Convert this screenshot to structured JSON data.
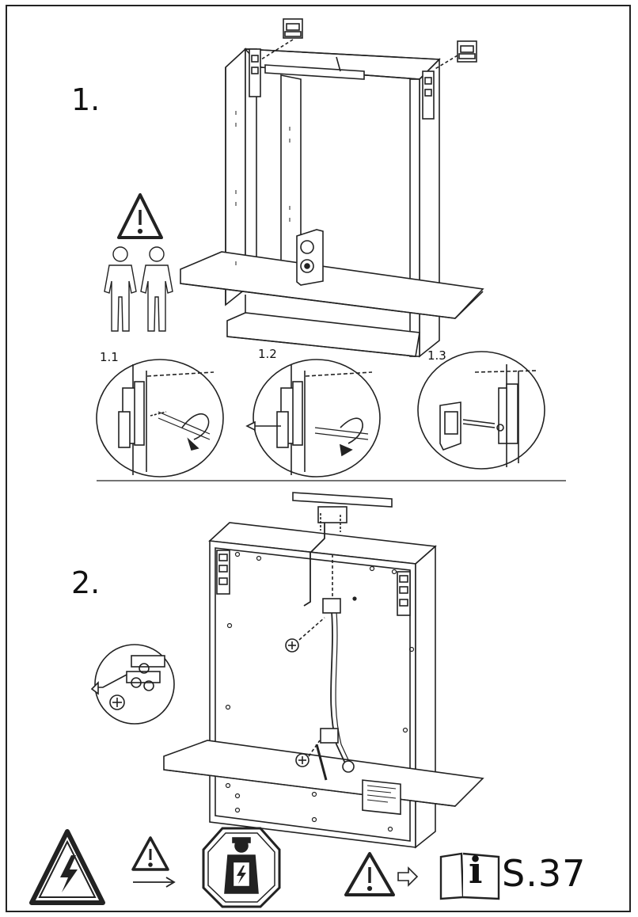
{
  "steps": {
    "step1_label": "1.",
    "step2_label": "2.",
    "substeps": [
      "1.1",
      "1.2",
      "1.3"
    ]
  },
  "footer": {
    "page_reference": "S.37",
    "info_symbol": "i"
  },
  "icons": {
    "general_warning": "warning-triangle-icon",
    "two_persons": "two-persons-icon",
    "electrical_hazard": "electric-hazard-icon",
    "electrician": "electrician-icon",
    "manual": "manual-book-icon",
    "arrow": "arrow-right-icon"
  },
  "colors": {
    "line": "#222222",
    "background": "#ffffff"
  }
}
